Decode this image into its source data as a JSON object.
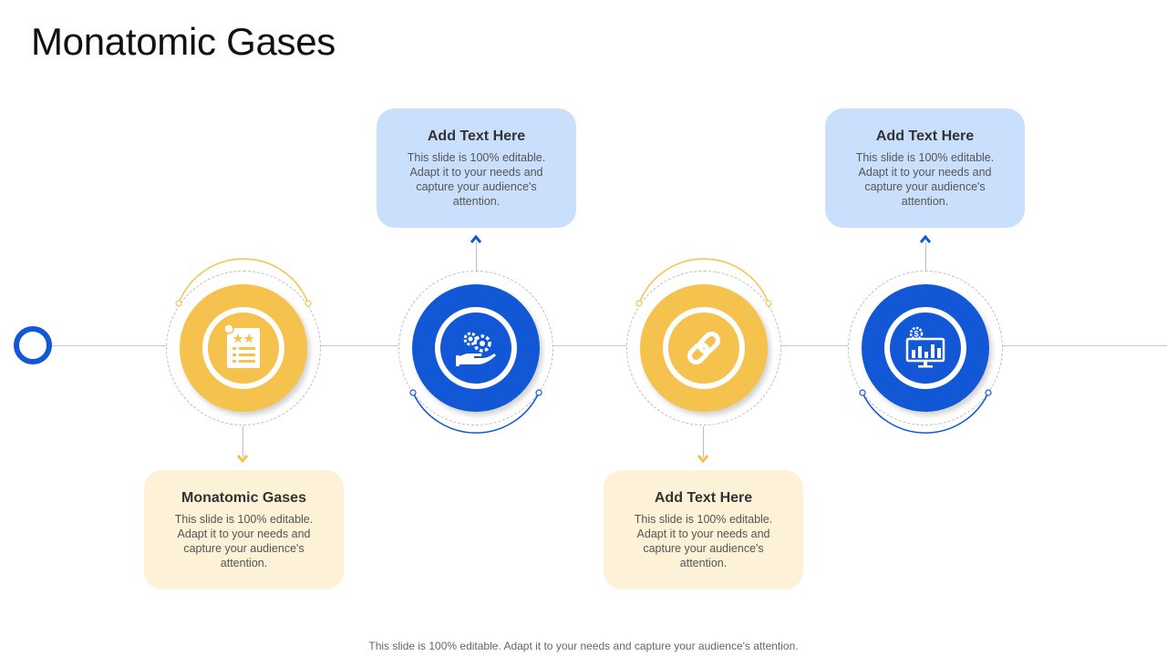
{
  "title": "Monatomic Gases",
  "footer": "This slide is 100% editable. Adapt it to your needs and capture your audience's attention.",
  "colors": {
    "blue": "#1258d6",
    "yellow": "#f4c24d",
    "blue_card": "#c9dffb",
    "yellow_card": "#fdf1d8"
  },
  "steps": [
    {
      "icon": "rating-checklist-icon",
      "color": "yellow",
      "card_title": "Monatomic Gases",
      "card_body": "This slide is 100% editable. Adapt it to your needs and capture your audience's attention."
    },
    {
      "icon": "gears-hand-icon",
      "color": "blue",
      "card_title": "Add Text Here",
      "card_body": "This slide is 100% editable. Adapt it to your needs and capture your audience's attention."
    },
    {
      "icon": "chain-link-icon",
      "color": "yellow",
      "card_title": "Add Text Here",
      "card_body": "This slide is 100% editable. Adapt it to your needs and capture your audience's attention."
    },
    {
      "icon": "dollar-chart-monitor-icon",
      "color": "blue",
      "card_title": "Add Text Here",
      "card_body": "This slide is 100% editable. Adapt it to your needs and capture your audience's attention."
    }
  ]
}
